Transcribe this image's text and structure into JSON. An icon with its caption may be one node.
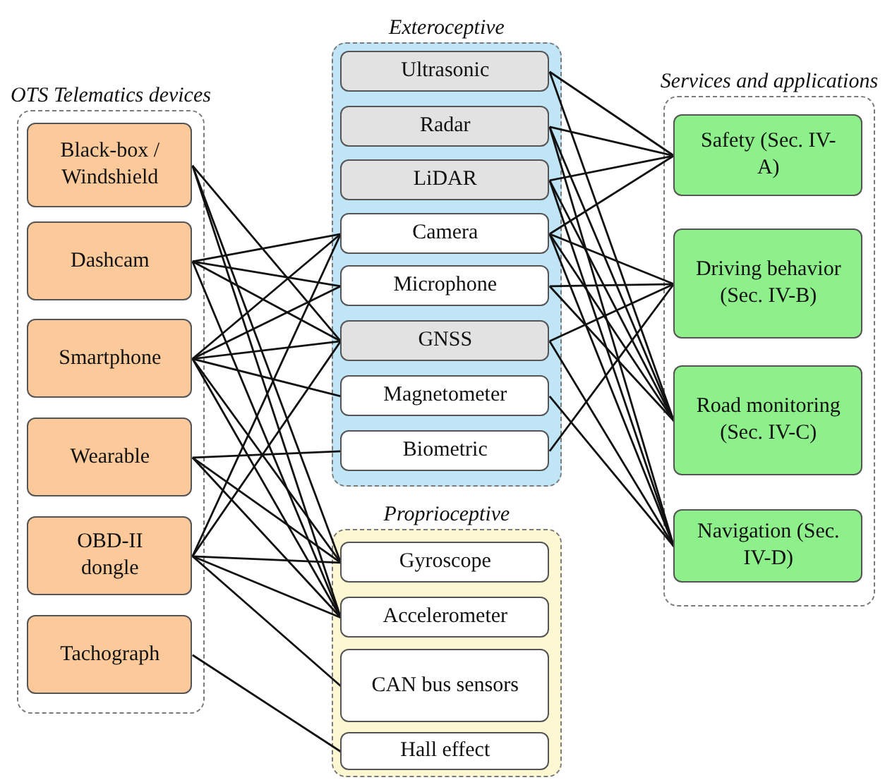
{
  "diagram": {
    "nodes": [
      {
        "text": [
          "OTS Telematics devices"
        ]
      },
      {
        "text": [
          "Black-box / Windshield"
        ],
        "in": 0
      },
      {
        "text": [
          "Dashcam"
        ],
        "in": 0
      },
      {
        "text": [
          "Smartphone"
        ],
        "in": 0
      },
      {
        "text": [
          "Wearable"
        ],
        "in": 0
      },
      {
        "text": [
          "OBD-II dongle"
        ],
        "in": 0
      },
      {
        "text": [
          "Tachograph"
        ],
        "in": 0
      },
      {
        "text": [
          "Exteroceptive"
        ]
      },
      {
        "text": [
          "Ultrasonic"
        ],
        "in": 7
      },
      {
        "text": [
          "Radar"
        ],
        "in": 7
      },
      {
        "text": [
          "LiDAR"
        ],
        "in": 7
      },
      {
        "text": [
          "Camera"
        ],
        "in": 7
      },
      {
        "text": [
          "Microphone"
        ],
        "in": 7
      },
      {
        "text": [
          "GNSS"
        ],
        "in": 7
      },
      {
        "text": [
          "Magnetometer"
        ],
        "in": 7
      },
      {
        "text": [
          "Biometric"
        ],
        "in": 7
      },
      {
        "text": [
          "Proprioceptive"
        ]
      },
      {
        "text": [
          "Gyroscope"
        ],
        "in": 16
      },
      {
        "text": [
          "Accelerometer"
        ],
        "in": 16
      },
      {
        "text": [
          "CAN bus sensors"
        ],
        "in": 16
      },
      {
        "text": [
          "Hall effect"
        ],
        "in": 16
      },
      {
        "text": [
          "Services and applications"
        ]
      },
      {
        "text": [
          "Safety (Sec. IV-A)"
        ],
        "in": 21
      },
      {
        "text": [
          "Driving behavior (Sec. IV-B)"
        ],
        "in": 21
      },
      {
        "text": [
          "Road monitoring (Sec. IV-C)"
        ],
        "in": 21
      },
      {
        "text": [
          "Navigation (Sec. IV-D)"
        ],
        "in": 21
      }
    ],
    "edges": [
      {
        "from": 1,
        "to": 13,
        "arrow": "none"
      },
      {
        "from": 1,
        "to": 17,
        "arrow": "none"
      },
      {
        "from": 1,
        "to": 18,
        "arrow": "none"
      },
      {
        "from": 2,
        "to": 11,
        "arrow": "none"
      },
      {
        "from": 2,
        "to": 12,
        "arrow": "none"
      },
      {
        "from": 2,
        "to": 13,
        "arrow": "none"
      },
      {
        "from": 2,
        "to": 18,
        "arrow": "none"
      },
      {
        "from": 3,
        "to": 11,
        "arrow": "none"
      },
      {
        "from": 3,
        "to": 12,
        "arrow": "none"
      },
      {
        "from": 3,
        "to": 13,
        "arrow": "none"
      },
      {
        "from": 3,
        "to": 14,
        "arrow": "none"
      },
      {
        "from": 3,
        "to": 17,
        "arrow": "none"
      },
      {
        "from": 3,
        "to": 18,
        "arrow": "none"
      },
      {
        "from": 4,
        "to": 15,
        "arrow": "none"
      },
      {
        "from": 4,
        "to": 17,
        "arrow": "none"
      },
      {
        "from": 4,
        "to": 18,
        "arrow": "none"
      },
      {
        "from": 5,
        "to": 11,
        "arrow": "none"
      },
      {
        "from": 5,
        "to": 13,
        "arrow": "none"
      },
      {
        "from": 5,
        "to": 17,
        "arrow": "none"
      },
      {
        "from": 5,
        "to": 18,
        "arrow": "none"
      },
      {
        "from": 5,
        "to": 19,
        "arrow": "none"
      },
      {
        "from": 6,
        "to": 20,
        "arrow": "none"
      },
      {
        "from": 8,
        "to": 22,
        "arrow": "none"
      },
      {
        "from": 8,
        "to": 24,
        "arrow": "none"
      },
      {
        "from": 9,
        "to": 22,
        "arrow": "none"
      },
      {
        "from": 9,
        "to": 24,
        "arrow": "none"
      },
      {
        "from": 9,
        "to": 25,
        "arrow": "none"
      },
      {
        "from": 10,
        "to": 22,
        "arrow": "none"
      },
      {
        "from": 10,
        "to": 24,
        "arrow": "none"
      },
      {
        "from": 10,
        "to": 25,
        "arrow": "none"
      },
      {
        "from": 11,
        "to": 22,
        "arrow": "none"
      },
      {
        "from": 11,
        "to": 23,
        "arrow": "none"
      },
      {
        "from": 11,
        "to": 24,
        "arrow": "none"
      },
      {
        "from": 11,
        "to": 25,
        "arrow": "none"
      },
      {
        "from": 12,
        "to": 23,
        "arrow": "none"
      },
      {
        "from": 12,
        "to": 24,
        "arrow": "none"
      },
      {
        "from": 13,
        "to": 23,
        "arrow": "none"
      },
      {
        "from": 13,
        "to": 25,
        "arrow": "none"
      },
      {
        "from": 14,
        "to": 25,
        "arrow": "none"
      },
      {
        "from": 15,
        "to": 23,
        "arrow": "none"
      }
    ]
  }
}
